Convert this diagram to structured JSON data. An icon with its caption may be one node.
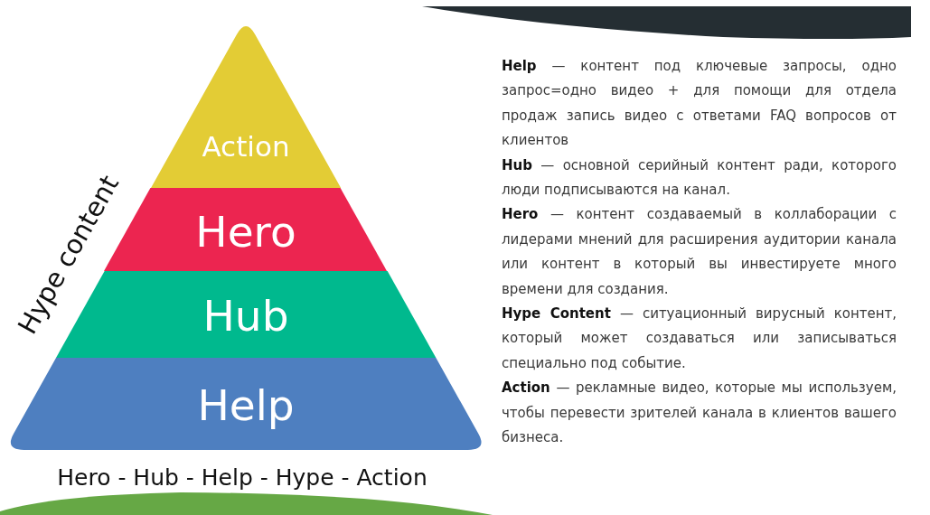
{
  "diagram": {
    "caption": "Hero - Hub - Help - Hype - Action",
    "nodes": [
      {
        "text": [
          "Action"
        ]
      },
      {
        "text": [
          "Hero"
        ]
      },
      {
        "text": [
          "Hub"
        ]
      },
      {
        "text": [
          "Help"
        ]
      }
    ],
    "labels": [
      "Hype content",
      "**Help** — контент под ключевые запросы, одно запрос=одно видео + для помощи для отдела продаж запись видео с ответами FAQ вопросов от клиентов",
      "**Hub** — основной серийный контент ради, которого люди подписываются на канал.",
      "**Hero** — контент создаваемый в коллаборации с лидерами мнений для расширения аудитории канала или контент в который вы инвестируете много времени для создания.",
      "**Hype Content** — ситуационный вирусный контент, который может создаваться или записываться специально под событие.",
      "**Action** — рекламные видео, которые мы используем, чтобы перевести зрителей канала в клиентов вашего бизнеса."
    ]
  }
}
